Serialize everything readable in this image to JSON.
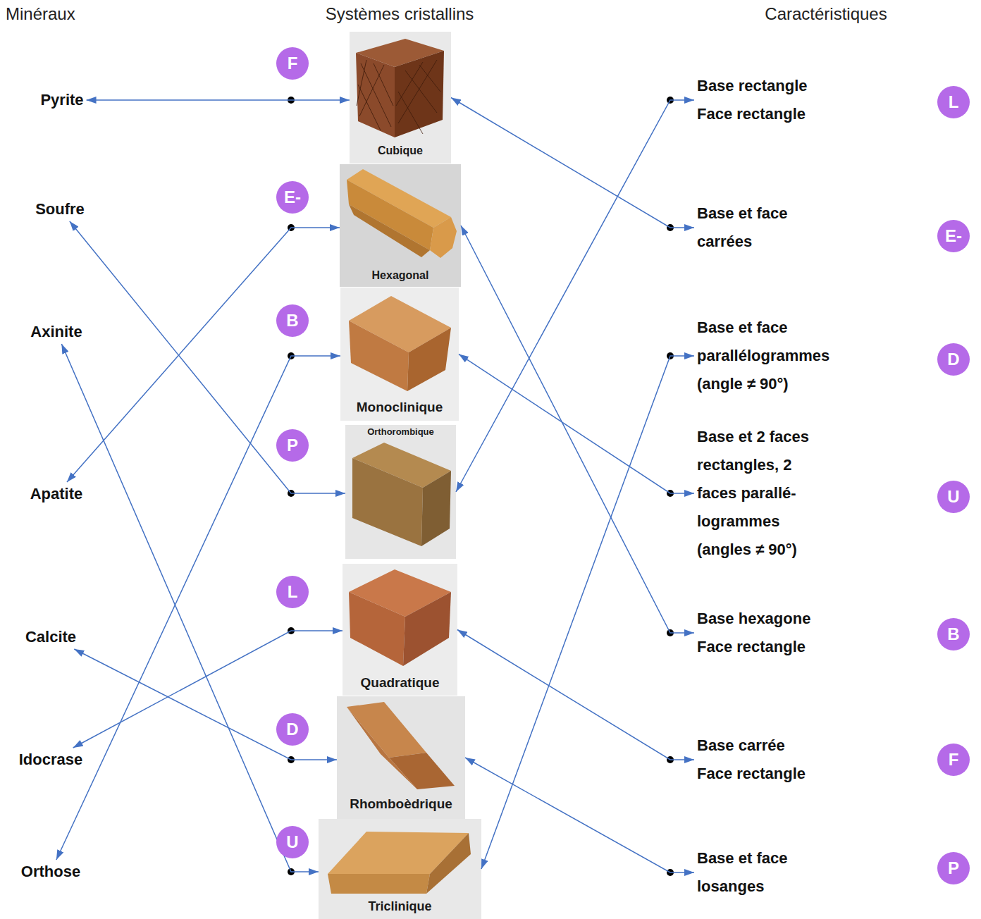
{
  "diagram": {
    "nodes": [
      {
        "text": [
          "Pyrite"
        ]
      },
      {
        "text": [
          "Soufre"
        ]
      },
      {
        "text": [
          "Axinite"
        ]
      },
      {
        "text": [
          "Apatite"
        ]
      },
      {
        "text": [
          "Calcite"
        ]
      },
      {
        "text": [
          "Idocrase"
        ]
      },
      {
        "text": [
          "Orthose"
        ]
      },
      {
        "text": [
          "Cubique"
        ]
      },
      {
        "text": [
          "Hexagonal"
        ]
      },
      {
        "text": [
          "Monoclinique"
        ]
      },
      {
        "text": [
          "Orthorombique"
        ]
      },
      {
        "text": [
          "Quadratique"
        ]
      },
      {
        "text": [
          "Rhomboèdrique"
        ]
      },
      {
        "text": [
          "Triclinique"
        ]
      },
      {
        "text": [
          "Base rectangle Face rectangle"
        ]
      },
      {
        "text": [
          "Base et face carrées"
        ]
      },
      {
        "text": [
          "Base et face parallélogrammes (angle ≠ 90°)"
        ]
      },
      {
        "text": [
          "Base et 2 faces rectangles, 2 faces parallé- logrammes (angles ≠ 90°)"
        ]
      },
      {
        "text": [
          "Base hexagone Face rectangle"
        ]
      },
      {
        "text": [
          "Base carrée Face rectangle"
        ]
      },
      {
        "text": [
          "Base et face losanges"
        ]
      },
      {
        "text": [
          "F"
        ]
      },
      {
        "text": [
          "E-"
        ]
      },
      {
        "text": [
          "B"
        ]
      },
      {
        "text": [
          "P"
        ]
      },
      {
        "text": [
          "L"
        ]
      },
      {
        "text": [
          "D"
        ]
      },
      {
        "text": [
          "U"
        ]
      },
      {
        "text": [
          "L"
        ]
      },
      {
        "text": [
          "E-"
        ]
      },
      {
        "text": [
          "D"
        ]
      },
      {
        "text": [
          "U"
        ]
      },
      {
        "text": [
          "B"
        ]
      },
      {
        "text": [
          "F"
        ]
      },
      {
        "text": [
          "P"
        ]
      }
    ],
    "edges": [
      {
        "from": 0,
        "to": 7,
        "arrow": "both"
      },
      {
        "from": 1,
        "to": 10,
        "arrow": "both"
      },
      {
        "from": 2,
        "to": 13,
        "arrow": "both"
      },
      {
        "from": 3,
        "to": 8,
        "arrow": "both"
      },
      {
        "from": 4,
        "to": 12,
        "arrow": "both"
      },
      {
        "from": 5,
        "to": 11,
        "arrow": "both"
      },
      {
        "from": 6,
        "to": 9,
        "arrow": "both"
      },
      {
        "from": 7,
        "to": 15,
        "arrow": "both"
      },
      {
        "from": 8,
        "to": 18,
        "arrow": "both"
      },
      {
        "from": 9,
        "to": 17,
        "arrow": "both"
      },
      {
        "from": 10,
        "to": 14,
        "arrow": "both"
      },
      {
        "from": 11,
        "to": 19,
        "arrow": "both"
      },
      {
        "from": 12,
        "to": 20,
        "arrow": "both"
      },
      {
        "from": 13,
        "to": 16,
        "arrow": "both"
      }
    ],
    "labels": [
      "Minéraux",
      "Systèmes cristallins",
      "Caractéristiques"
    ]
  }
}
